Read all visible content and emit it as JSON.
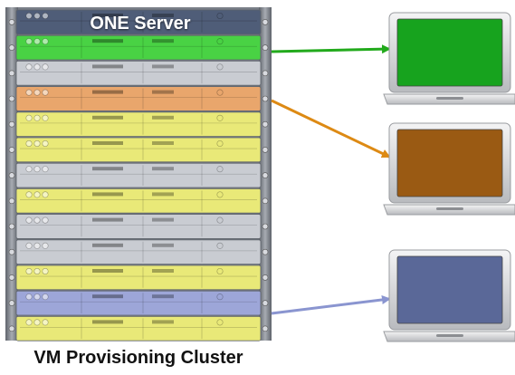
{
  "server_title": "ONE Server",
  "caption": "VM Provisioning Cluster",
  "colors": {
    "rack_frame": "#8a8f98",
    "rack_rail": "#6d737c",
    "yellow": "#e9e978",
    "green": "#49d244",
    "orange": "#e9a66c",
    "gray": "#c9ccd2",
    "blue": "#9da6d8",
    "top_unit": "#4f5d78",
    "laptop_body": "#d9dadc",
    "green_screen": "#17a31e",
    "brown_screen": "#9a5a13",
    "blue_screen": "#5a6898",
    "arrow_green": "#22aa1c",
    "arrow_orange": "#dd8a14",
    "arrow_blue": "#8a95d0"
  },
  "rack_units": [
    {
      "id": "top",
      "color": "top_unit"
    },
    {
      "id": "u1",
      "color": "green"
    },
    {
      "id": "u2",
      "color": "gray"
    },
    {
      "id": "u3",
      "color": "orange"
    },
    {
      "id": "u4",
      "color": "yellow"
    },
    {
      "id": "u5",
      "color": "yellow"
    },
    {
      "id": "u6",
      "color": "gray"
    },
    {
      "id": "u7",
      "color": "yellow"
    },
    {
      "id": "u8",
      "color": "gray"
    },
    {
      "id": "u9",
      "color": "gray"
    },
    {
      "id": "u10",
      "color": "yellow"
    },
    {
      "id": "u11",
      "color": "blue"
    },
    {
      "id": "u12",
      "color": "yellow"
    }
  ],
  "laptops": [
    {
      "id": "green",
      "screen": "green_screen",
      "arrow": "arrow_green"
    },
    {
      "id": "brown",
      "screen": "brown_screen",
      "arrow": "arrow_orange"
    },
    {
      "id": "blue",
      "screen": "blue_screen",
      "arrow": "arrow_blue"
    }
  ]
}
